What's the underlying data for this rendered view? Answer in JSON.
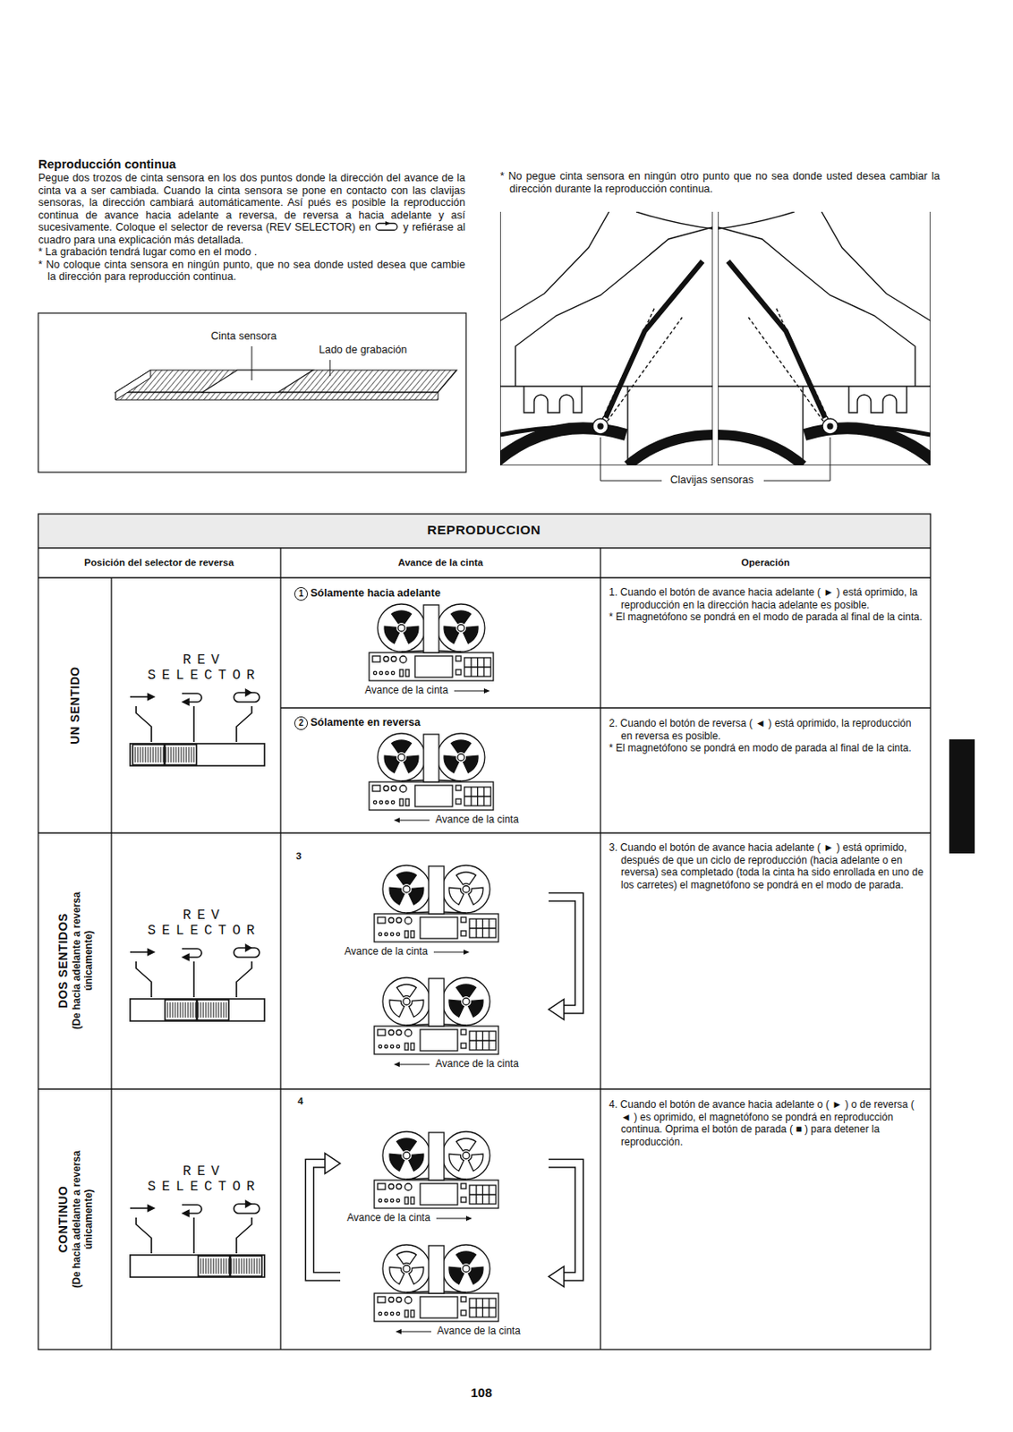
{
  "diagram": {
    "title": "Reproducción continua",
    "nodes": [
      {
        "text": [
          "Sólamente hacia adelante",
          "Avance de la cinta"
        ]
      },
      {
        "text": [
          "Sólamente en reversa",
          "Avance de la cinta"
        ]
      },
      {
        "text": [
          "Avance de la cinta"
        ]
      },
      {
        "text": [
          "Avance de la cinta"
        ]
      },
      {
        "text": [
          "Avance de la cinta"
        ]
      },
      {
        "text": [
          "Avance de la cinta"
        ]
      }
    ],
    "edges": [
      {
        "from": 2,
        "to": 3,
        "arrow": "to"
      },
      {
        "from": 4,
        "to": 5,
        "arrow": "to"
      },
      {
        "from": 5,
        "to": 4,
        "arrow": "to"
      }
    ],
    "labels": [
      "Pegue dos trozos de cinta sensora en los dos puntos donde la dirección del avance de la cinta va a ser cambiada. Cuando la cinta sensora se pone en contacto con las clavijas sensoras, la dirección cambiará automáticamente. Así pués es posible la reproducción continua de avance hacia adelante a reversa, de reversa a hacia adelante y así sucesivamente. Coloque el selector de reversa (REV SELECTOR) en",
      "y refiérase al cuadro para una explicación más detallada.",
      "* La grabación tendrá lugar como en el modo .",
      "* No coloque cinta sensora en ningún punto, que no sea donde usted desea que cambie la dirección para reproducción continua.",
      "* No pegue cinta sensora en ningún otro punto que no sea donde usted desea cambiar la dirección durante la reproducción continua.",
      "Cinta sensora",
      "Lado de grabación",
      "Clavijas sensoras",
      "REPRODUCCION",
      "Posición del selector de reversa",
      "Avance de la cinta",
      "Operación",
      "UN SENTIDO",
      "REV SELECTOR",
      "1",
      "1. Cuando el botón de avance hacia adelante ( ► ) está oprimido, la reproducción en la dirección hacia adelante es posible.",
      "* El magnetófono se pondrá en el modo de parada al final de la cinta.",
      "2",
      "2. Cuando el botón de reversa ( ◄ ) está oprimido, la reproducción en reversa es posible.",
      "* El magnetófono se pondrá en modo de parada al final de la cinta.",
      "DOS SENTIDOS",
      "(De hacia adelante a reversa únicamente)",
      "REV SELECTOR",
      "3",
      "3. Cuando el botón de avance hacia adelante ( ► ) está oprimido, después de que un ciclo de reproducción (hacia adelante o en reversa) sea completado (toda la cinta ha sido enrollada en uno de los carretes) el magnetófono se pondrá en el modo de parada.",
      "CONTINUO",
      "(De hacia adelante a reversa únicamente)",
      "REV SELECTOR",
      "4",
      "4. Cuando el botón de avance hacia adelante o ( ► ) o de reversa ( ◄ ) es oprimido, el magnetófono se pondrá en reproducción continua. Oprima el botón de parada ( ■ ) para detener la reproducción.",
      "108"
    ]
  }
}
